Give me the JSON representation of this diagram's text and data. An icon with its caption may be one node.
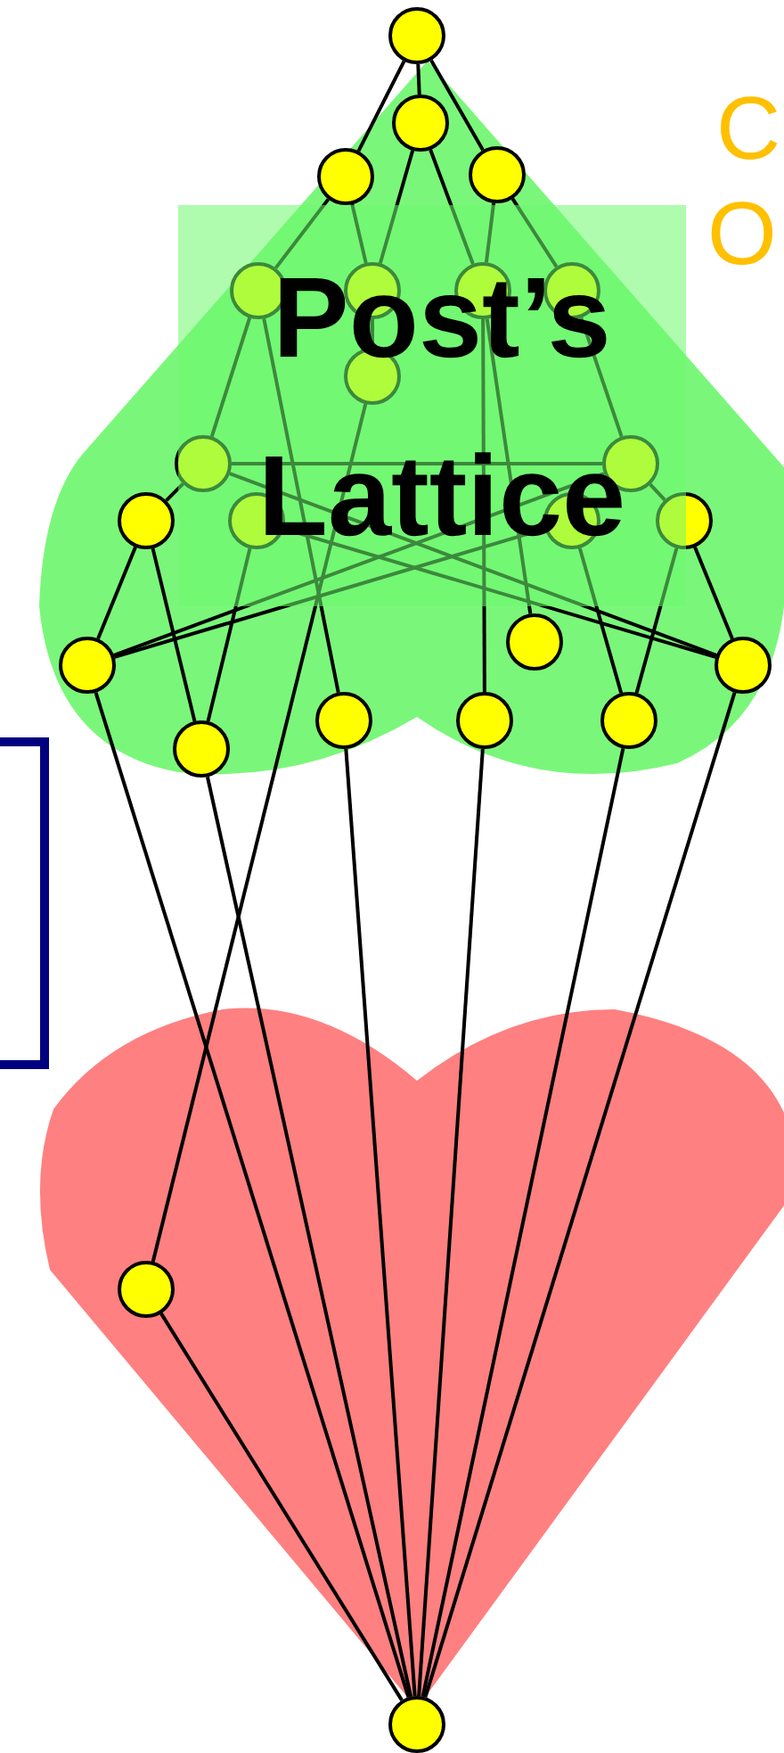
{
  "diagram": {
    "nodes": [
      {
        "text": [],
        "shape": "circle"
      },
      {
        "text": [],
        "shape": "circle"
      },
      {
        "text": [],
        "shape": "circle"
      },
      {
        "text": [],
        "shape": "circle"
      },
      {
        "text": [],
        "shape": "circle"
      },
      {
        "text": [],
        "shape": "circle"
      },
      {
        "text": [],
        "shape": "circle"
      },
      {
        "text": [],
        "shape": "circle"
      },
      {
        "text": [],
        "shape": "circle"
      },
      {
        "text": [],
        "shape": "circle"
      },
      {
        "text": [],
        "shape": "circle"
      },
      {
        "text": [],
        "shape": "circle"
      },
      {
        "text": [],
        "shape": "circle"
      },
      {
        "text": [],
        "shape": "circle"
      },
      {
        "text": [],
        "shape": "circle"
      },
      {
        "text": [],
        "shape": "circle"
      },
      {
        "text": [],
        "shape": "circle"
      },
      {
        "text": [],
        "shape": "circle"
      },
      {
        "text": [],
        "shape": "circle"
      },
      {
        "text": [],
        "shape": "circle"
      },
      {
        "text": [],
        "shape": "circle"
      },
      {
        "text": [],
        "shape": "circle"
      },
      {
        "text": [],
        "shape": "circle"
      },
      {
        "text": [],
        "shape": "circle"
      }
    ],
    "edges": [
      {
        "from": 0,
        "to": 1,
        "arrow": "none"
      },
      {
        "from": 0,
        "to": 2,
        "arrow": "none"
      },
      {
        "from": 0,
        "to": 3,
        "arrow": "none"
      },
      {
        "from": 1,
        "to": 5,
        "arrow": "none"
      },
      {
        "from": 1,
        "to": 6,
        "arrow": "none"
      },
      {
        "from": 2,
        "to": 4,
        "arrow": "none"
      },
      {
        "from": 2,
        "to": 5,
        "arrow": "none"
      },
      {
        "from": 3,
        "to": 6,
        "arrow": "none"
      },
      {
        "from": 3,
        "to": 7,
        "arrow": "none"
      },
      {
        "from": 4,
        "to": 9,
        "arrow": "none"
      },
      {
        "from": 4,
        "to": 18,
        "arrow": "none"
      },
      {
        "from": 5,
        "to": 8,
        "arrow": "none"
      },
      {
        "from": 6,
        "to": 19,
        "arrow": "none"
      },
      {
        "from": 6,
        "to": 13,
        "arrow": "none"
      },
      {
        "from": 7,
        "to": 10,
        "arrow": "none"
      },
      {
        "from": 8,
        "to": 22,
        "arrow": "none"
      },
      {
        "from": 9,
        "to": 11,
        "arrow": "none"
      },
      {
        "from": 9,
        "to": 10,
        "arrow": "none"
      },
      {
        "from": 9,
        "to": 17,
        "arrow": "none"
      },
      {
        "from": 10,
        "to": 15,
        "arrow": "none"
      },
      {
        "from": 10,
        "to": 16,
        "arrow": "none"
      },
      {
        "from": 11,
        "to": 16,
        "arrow": "none"
      },
      {
        "from": 11,
        "to": 21,
        "arrow": "none"
      },
      {
        "from": 12,
        "to": 21,
        "arrow": "none"
      },
      {
        "from": 12,
        "to": 17,
        "arrow": "none"
      },
      {
        "from": 14,
        "to": 16,
        "arrow": "none"
      },
      {
        "from": 14,
        "to": 20,
        "arrow": "none"
      },
      {
        "from": 15,
        "to": 20,
        "arrow": "none"
      },
      {
        "from": 15,
        "to": 17,
        "arrow": "none"
      },
      {
        "from": 16,
        "to": 23,
        "arrow": "none"
      },
      {
        "from": 21,
        "to": 23,
        "arrow": "none"
      },
      {
        "from": 18,
        "to": 23,
        "arrow": "none"
      },
      {
        "from": 19,
        "to": 23,
        "arrow": "none"
      },
      {
        "from": 20,
        "to": 23,
        "arrow": "none"
      },
      {
        "from": 17,
        "to": 23,
        "arrow": "none"
      },
      {
        "from": 22,
        "to": 23,
        "arrow": "none"
      }
    ],
    "labels": [
      "C",
      "O",
      "Post’s Lattice"
    ]
  }
}
